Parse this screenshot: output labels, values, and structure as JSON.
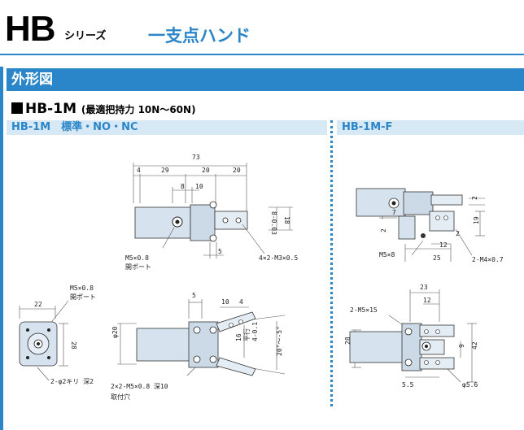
{
  "header": {
    "series_code": "HB",
    "series_suffix": "シリーズ",
    "series_title": "一支点ハンド"
  },
  "section": {
    "title": "外形図"
  },
  "model": {
    "name": "HB-1M",
    "force_note": "(最適把持力 10N～60N)"
  },
  "panels": {
    "left_label": "HB-1M　標準・NO・NC",
    "right_label": "HB-1M-F"
  },
  "drawing_main": {
    "dims": [
      "73",
      "4",
      "29",
      "20",
      "20",
      "8",
      "10",
      "18",
      "8-0.03",
      "5"
    ],
    "port_label": "M5×0.8",
    "port_sub": "開ポート",
    "tap_label": "4×2-M3×0.5"
  },
  "drawing_side": {
    "port_label": "M5×0.8",
    "port_sub": "開ポート",
    "dims": [
      "22",
      "28"
    ],
    "pin_label": "2-φ2キリ 深2"
  },
  "drawing_open": {
    "dims": [
      "5",
      "10",
      "4",
      "φ20",
      "16",
      "平行",
      "4-0.1",
      "20°～-5°"
    ],
    "mount_label": "2×2-M5×0.8 深10",
    "mount_sub": "取付穴"
  },
  "drawing_f_top": {
    "dims": [
      "7",
      "2",
      "2",
      "19",
      "2",
      "25",
      "12"
    ],
    "port_label": "M5×8",
    "tap_label": "2-M4×0.7"
  },
  "drawing_f_bottom": {
    "dims": [
      "23",
      "12",
      "2-M5×15",
      "28",
      "9",
      "42",
      "5.5",
      "φ5.6"
    ]
  }
}
